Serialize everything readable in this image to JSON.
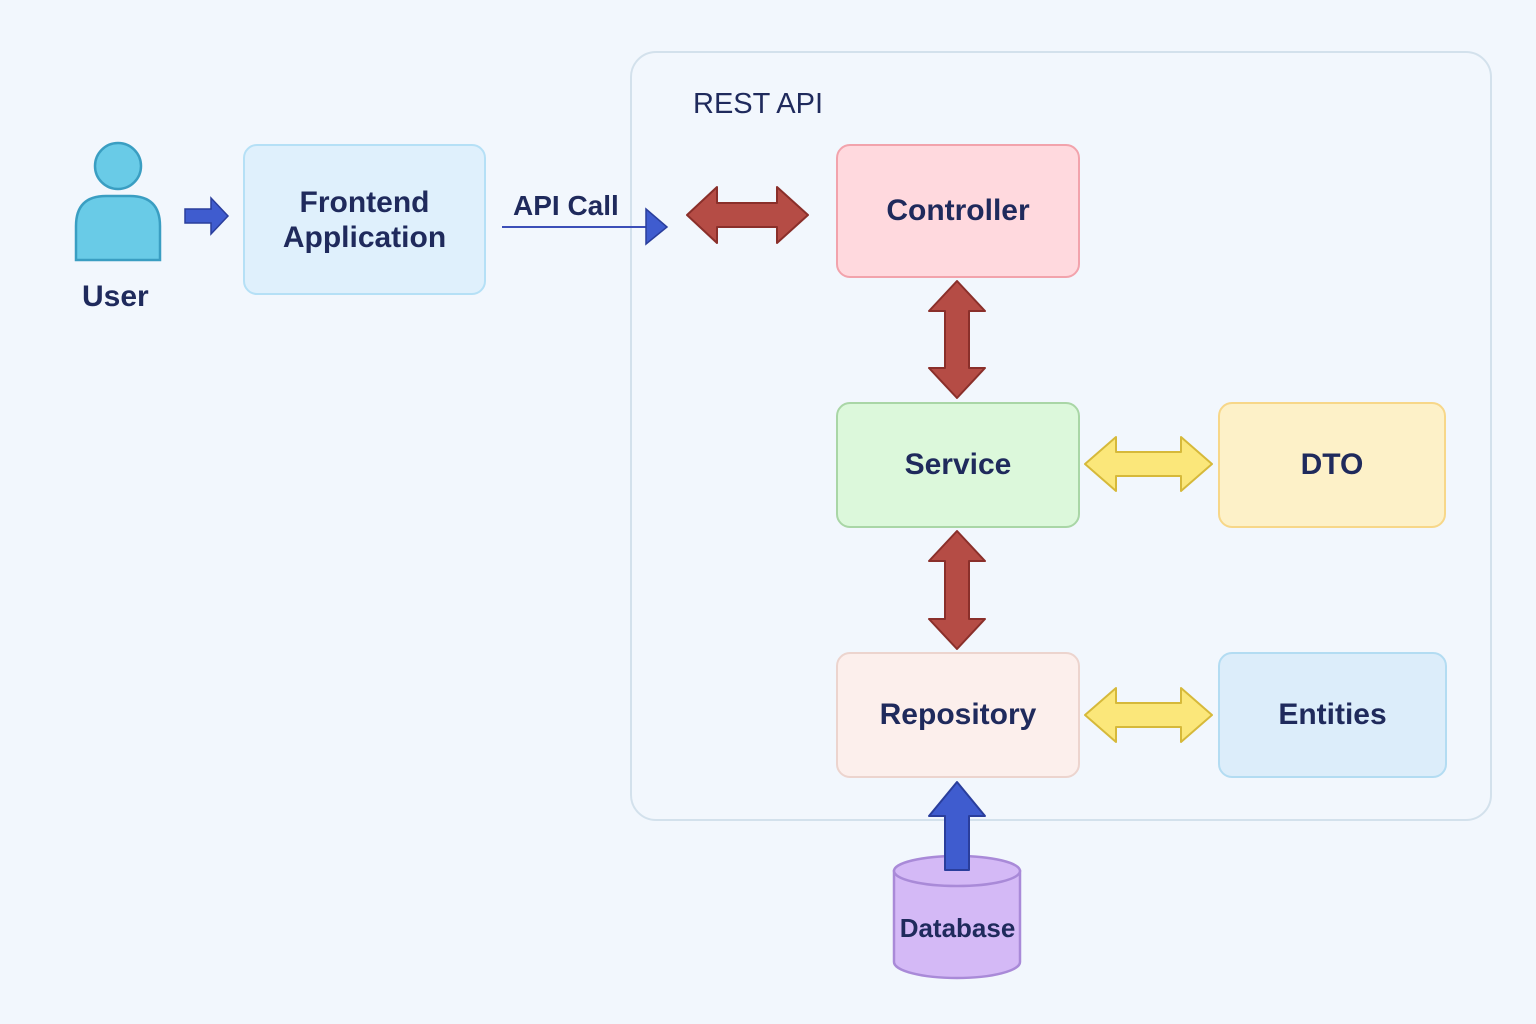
{
  "actor": {
    "label": "User"
  },
  "frontend": {
    "label_line1": "Frontend",
    "label_line2": "Application"
  },
  "connection": {
    "label": "API Call"
  },
  "container": {
    "title": "REST API"
  },
  "layers": {
    "controller": "Controller",
    "service": "Service",
    "repository": "Repository"
  },
  "side": {
    "dto": "DTO",
    "entities": "Entities"
  },
  "storage": {
    "label": "Database"
  },
  "colors": {
    "background": "#f2f7fd",
    "text": "#1f2a5c",
    "red_arrow": "#b54c45",
    "yellow_arrow": "#fbe77a",
    "blue_arrow": "#3f5ccf",
    "user_icon": "#69cbe7",
    "database": "#d4b9f6"
  },
  "icons": [
    "user-icon",
    "database-icon"
  ]
}
